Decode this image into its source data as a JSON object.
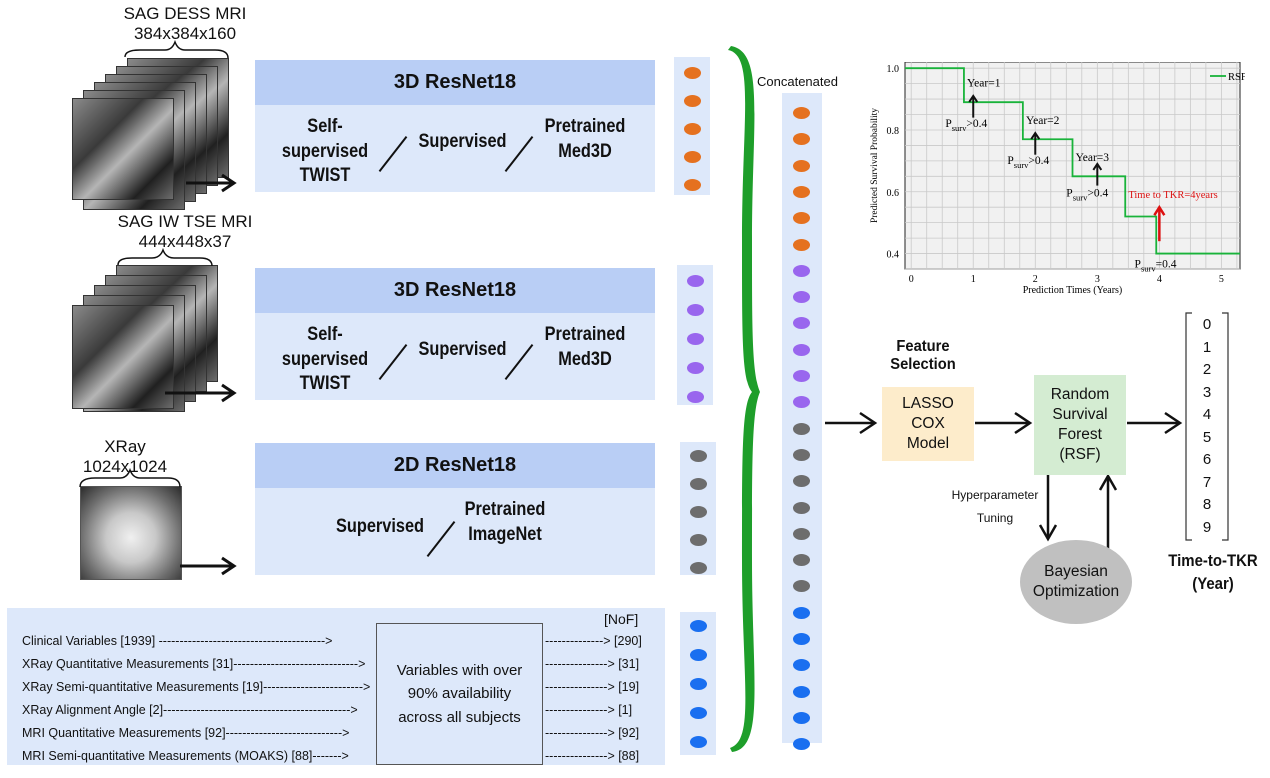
{
  "inputs": {
    "mri1": {
      "title": "SAG DESS MRI",
      "dims": "384x384x160"
    },
    "mri2": {
      "title": "SAG IW TSE MRI",
      "dims": "444x448x37"
    },
    "xray": {
      "title": "XRay",
      "dims": "1024x1024"
    }
  },
  "panels": [
    {
      "title": "3D ResNet18",
      "options": [
        "Self-supervised\nTWIST",
        "Supervised",
        "Pretrained\nMed3D"
      ]
    },
    {
      "title": "3D ResNet18",
      "options": [
        "Self-supervised\nTWIST",
        "Supervised",
        "Pretrained\nMed3D"
      ]
    },
    {
      "title": "2D ResNet18",
      "options": [
        "Supervised",
        "Pretrained\nImageNet"
      ]
    }
  ],
  "clinical": {
    "nof_header": "[NoF]",
    "rows": [
      {
        "label": "Clinical Variables [1939]  ---------------------------------------->",
        "nof": "--------------> [290]"
      },
      {
        "label": "XRay Quantitative Measurements [31]------------------------------>",
        "nof": "---------------> [31]"
      },
      {
        "label": "XRay Semi-quantitative Measurements [19]------------------------>",
        "nof": "---------------> [19]"
      },
      {
        "label": "XRay Alignment Angle [2]--------------------------------------------->",
        "nof": "---------------> [1]"
      },
      {
        "label": "MRI Quantitative Measurements [92]---------------------------->",
        "nof": "---------------> [92]"
      },
      {
        "label": "MRI Semi-quantitative Measurements (MOAKS) [88]------->",
        "nof": "---------------> [88]"
      }
    ],
    "filter_text": "Variables with over\n90% availability\nacross all subjects"
  },
  "concat_label": "Concatenated",
  "colors": {
    "mri1": "#e5711f",
    "mri2": "#9966ee",
    "xray": "#6d6d6d",
    "clinical": "#1a6ff0",
    "brace": "#1e9e2a",
    "rsf_line": "#19b33a",
    "annot_red": "#dd1111"
  },
  "feature_selection": {
    "title": "Feature\nSelection",
    "box": "LASSO\nCOX\nModel"
  },
  "rsf_box": "Random\nSurvival\nForest\n(RSF)",
  "bayes": "Bayesian\nOptimization",
  "hyper": "Hyperparameter\nTuning",
  "output": {
    "values": [
      "0",
      "1",
      "2",
      "3",
      "4",
      "5",
      "6",
      "7",
      "8",
      "9"
    ],
    "label": "Time-to-TKR\n(Year)"
  },
  "chart_data": {
    "type": "line",
    "ylabel": "Predicted Survival Probability",
    "xlabel": "Prediction Times (Years)",
    "xlim": [
      -0.1,
      5.3
    ],
    "ylim": [
      0.35,
      1.02
    ],
    "xticks": [
      "0",
      "1",
      "2",
      "3",
      "4",
      "5"
    ],
    "yticks": [
      "0.4",
      "0.6",
      "0.8",
      "1.0"
    ],
    "grid": true,
    "legend": "top-right",
    "series": [
      {
        "name": "RSF",
        "step_x": [
          -0.1,
          0.85,
          0.85,
          1.8,
          1.8,
          2.6,
          2.6,
          3.45,
          3.45,
          3.95,
          3.95,
          5.3
        ],
        "step_y": [
          1.0,
          1.0,
          0.89,
          0.89,
          0.77,
          0.77,
          0.65,
          0.65,
          0.52,
          0.52,
          0.4,
          0.4
        ]
      }
    ],
    "annotations": [
      {
        "year": "Year=1",
        "psurv": "P",
        "sub": "surv",
        "cmp": ">0.4"
      },
      {
        "year": "Year=2",
        "psurv": "P",
        "sub": "surv",
        "cmp": ">0.4"
      },
      {
        "year": "Year=3",
        "psurv": "P",
        "sub": "surv",
        "cmp": ">0.4"
      },
      {
        "year": "Time to TKR=4years",
        "psurv": "P",
        "sub": "surv",
        "cmp": "=0.4"
      }
    ]
  }
}
